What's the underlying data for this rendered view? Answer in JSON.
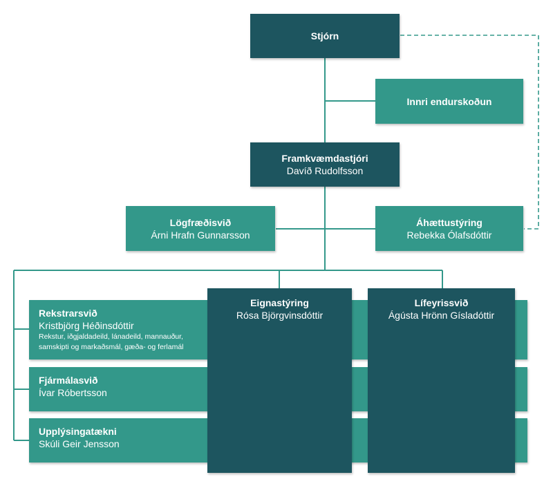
{
  "colors": {
    "dark": "#1d555f",
    "mid": "#33988a",
    "line": "#33988a"
  },
  "stjorn": {
    "title": "Stjórn"
  },
  "innri": {
    "title": "Innri endurskoðun"
  },
  "ceo": {
    "title": "Framkvæmdastjóri",
    "name": "Davíð Rudolfsson"
  },
  "logfraedi": {
    "title": "Lögfræðisvið",
    "name": "Árni Hrafn Gunnarsson"
  },
  "ahaettu": {
    "title": "Áhættustýring",
    "name": "Rebekka Ólafsdóttir"
  },
  "rekstrar": {
    "title": "Rekstrarsvið",
    "name": "Kristbjörg Héðinsdóttir",
    "desc_line1": "Rekstur, iðgjaldadeild, lánadeild, mannauður,",
    "desc_line2": "samskipti og markaðsmál, gæða- og ferlamál"
  },
  "fjarmala": {
    "title": "Fjármálasvið",
    "name": "Ívar Róbertsson"
  },
  "upplysinga": {
    "title": "Upplýsingatækni",
    "name": "Skúli Geir Jensson"
  },
  "eigna": {
    "title": "Eignastýring",
    "name": "Rósa Björgvinsdóttir"
  },
  "lifeyris": {
    "title": "Lífeyrissvið",
    "name": "Ágústa Hrönn Gísladóttir"
  }
}
